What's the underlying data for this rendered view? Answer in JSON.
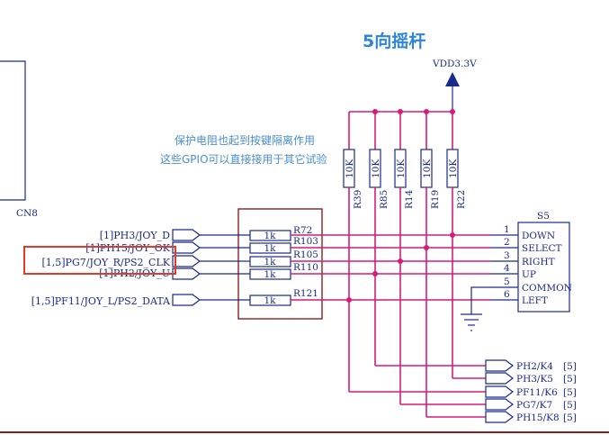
{
  "title": "5向摇杆",
  "vdd_label": "VDD3.3V",
  "connector_label": "CN8",
  "note_lines": [
    "保护电阻也起到按键隔离作用",
    "这些GPIO可以直接接用于其它试验"
  ],
  "pullup_resistors": [
    {
      "ref": "R39",
      "value": "10K"
    },
    {
      "ref": "R85",
      "value": "10K"
    },
    {
      "ref": "R14",
      "value": "10K"
    },
    {
      "ref": "R19",
      "value": "10K"
    },
    {
      "ref": "R22",
      "value": "10K"
    }
  ],
  "series_resistors": [
    {
      "ref": "R72",
      "value": "1k"
    },
    {
      "ref": "R103",
      "value": "1k"
    },
    {
      "ref": "R105",
      "value": "1k"
    },
    {
      "ref": "R110",
      "value": "1k"
    },
    {
      "ref": "R121",
      "value": "1k"
    }
  ],
  "input_nets": [
    "[1]PH3/JOY_D",
    "[1]PH15/JOY_OK",
    "[1,5]PG7/JOY_R/PS2_CLK",
    "[1]PH2/JOY_U",
    "[1,5]PF11/JOY_L/PS2_DATA"
  ],
  "switch": {
    "ref": "S5",
    "pin_numbers": [
      "1",
      "2",
      "3",
      "4",
      "5",
      "6"
    ],
    "pin_names": [
      "DOWN",
      "SELECT",
      "RIGHT",
      "UP",
      "COMMON",
      "LEFT"
    ]
  },
  "output_nets": [
    {
      "name": "PH2/K4",
      "sheet": "[5]"
    },
    {
      "name": "PH3/K5",
      "sheet": "[5]"
    },
    {
      "name": "PF11/K6",
      "sheet": "[5]"
    },
    {
      "name": "PG7/K7",
      "sheet": "[5]"
    },
    {
      "name": "PH15/K8",
      "sheet": "[5]"
    }
  ],
  "colors": {
    "net_wire": "#d81b78",
    "component": "#1a2a8a",
    "title": "#2f86d6",
    "note": "#4a8fd0",
    "highlight_box": "#e03a2a",
    "group_box": "#8b1e1e"
  }
}
